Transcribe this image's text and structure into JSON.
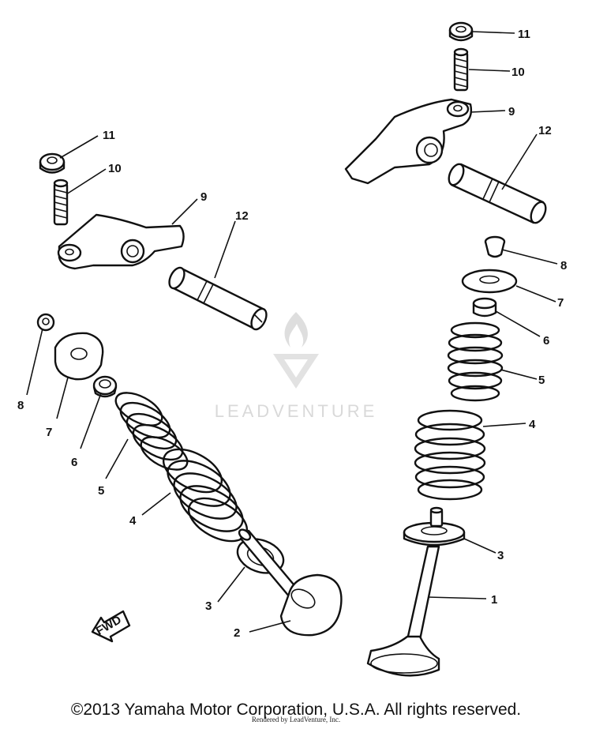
{
  "watermark": {
    "text": "LEADVENTURE"
  },
  "direction_marker": {
    "text": "FWD"
  },
  "callouts": {
    "left_11": "11",
    "left_10": "10",
    "left_9": "9",
    "left_12": "12",
    "left_8": "8",
    "left_7": "7",
    "left_6": "6",
    "left_5": "5",
    "left_4": "4",
    "left_3": "3",
    "left_2": "2",
    "right_11": "11",
    "right_10": "10",
    "right_9": "9",
    "right_12": "12",
    "right_8": "8",
    "right_7": "7",
    "right_6": "6",
    "right_5": "5",
    "right_4": "4",
    "right_3": "3",
    "right_1": "1"
  },
  "footer": {
    "copyright": "©2013 Yamaha Motor Corporation, U.S.A. All rights reserved.",
    "rendered_by": "Rendered by LeadVenture, Inc."
  }
}
